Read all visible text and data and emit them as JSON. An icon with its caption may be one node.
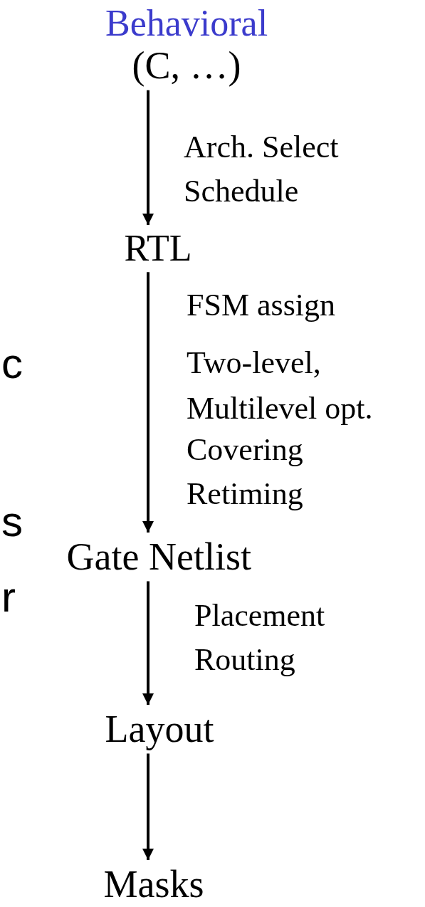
{
  "diagram": {
    "nodes": [
      {
        "text": [
          "Behavioral",
          "(C, …)"
        ]
      },
      {
        "text": [
          "RTL"
        ]
      },
      {
        "text": [
          "Gate Netlist"
        ]
      },
      {
        "text": [
          "Layout"
        ]
      },
      {
        "text": [
          "Masks"
        ]
      }
    ],
    "edges": [
      {
        "from": 0,
        "to": 1,
        "arrow": "to",
        "label": "Arch. Select Schedule"
      },
      {
        "from": 1,
        "to": 2,
        "arrow": "to",
        "label": "FSM assign"
      },
      {
        "from": 2,
        "to": 3,
        "arrow": "to",
        "label": "Placement Routing"
      },
      {
        "from": 3,
        "to": 4,
        "arrow": "to"
      }
    ],
    "labels": [
      "Two-level, Multilevel opt.",
      "Covering",
      "Retiming",
      "c",
      "s",
      "r"
    ]
  }
}
